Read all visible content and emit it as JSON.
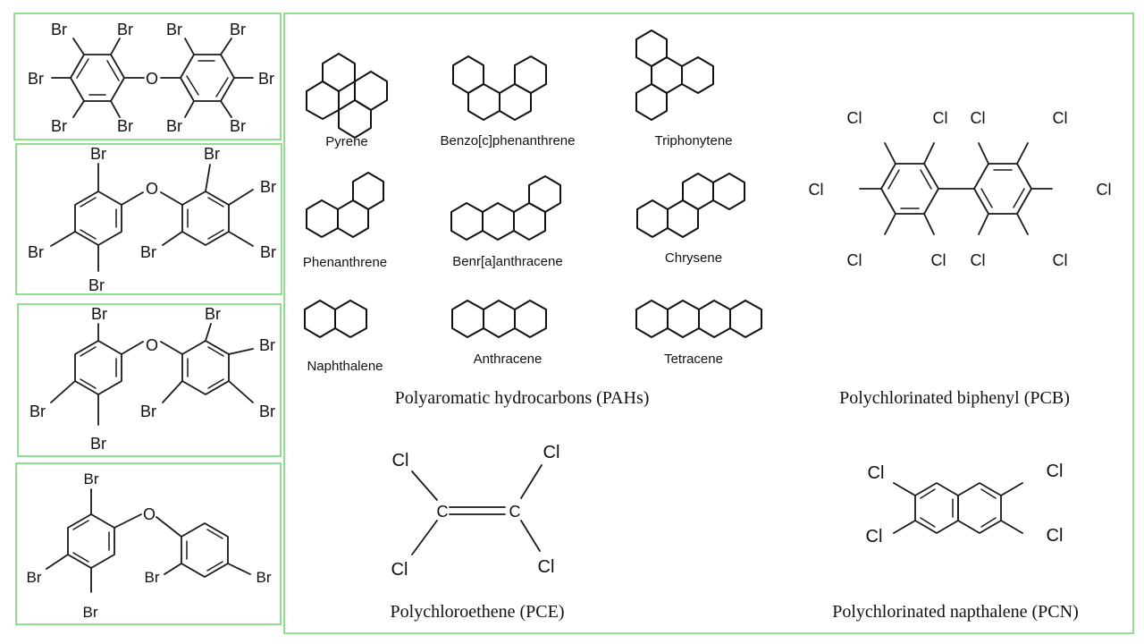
{
  "pbde": {
    "panel1": {
      "left_ring": [
        "Br",
        "Br",
        "Br",
        "Br",
        "Br"
      ],
      "bridge": "O",
      "right_ring": [
        "Br",
        "Br",
        "Br",
        "Br",
        "Br"
      ]
    },
    "panel2": {
      "left_ring": [
        "Br",
        "Br",
        "Br"
      ],
      "bridge": "O",
      "right_ring": [
        "Br",
        "Br",
        "Br",
        "Br"
      ]
    },
    "panel3": {
      "left_ring": [
        "Br",
        "Br",
        "Br"
      ],
      "bridge": "O",
      "right_ring": [
        "Br",
        "Br",
        "Br",
        "Br"
      ]
    },
    "panel4": {
      "left_ring": [
        "Br",
        "Br",
        "Br"
      ],
      "bridge": "O",
      "right_ring": [
        "Br",
        "Br"
      ]
    }
  },
  "pahs": {
    "names": [
      "Pyrene",
      "Benzo[c]phenanthrene",
      "Triphonytene",
      "Phenanthrene",
      "Benr[a]anthracene",
      "Chrysene",
      "Naphthalene",
      "Anthracene",
      "Tetracene"
    ],
    "caption": "Polyaromatic hydrocarbons (PAHs)"
  },
  "pcb": {
    "substituents": [
      "Cl",
      "Cl",
      "Cl",
      "Cl",
      "Cl",
      "Cl",
      "Cl",
      "Cl",
      "Cl",
      "Cl"
    ],
    "caption": "Polychlorinated biphenyl (PCB)"
  },
  "pce": {
    "carbons": [
      "C",
      "C"
    ],
    "substituents": [
      "Cl",
      "Cl",
      "Cl",
      "Cl"
    ],
    "caption": "Polychloroethene  (PCE)"
  },
  "pcn": {
    "substituents": [
      "Cl",
      "Cl",
      "Cl",
      "Cl"
    ],
    "caption": "Polychlorinated napthalene (PCN)"
  }
}
